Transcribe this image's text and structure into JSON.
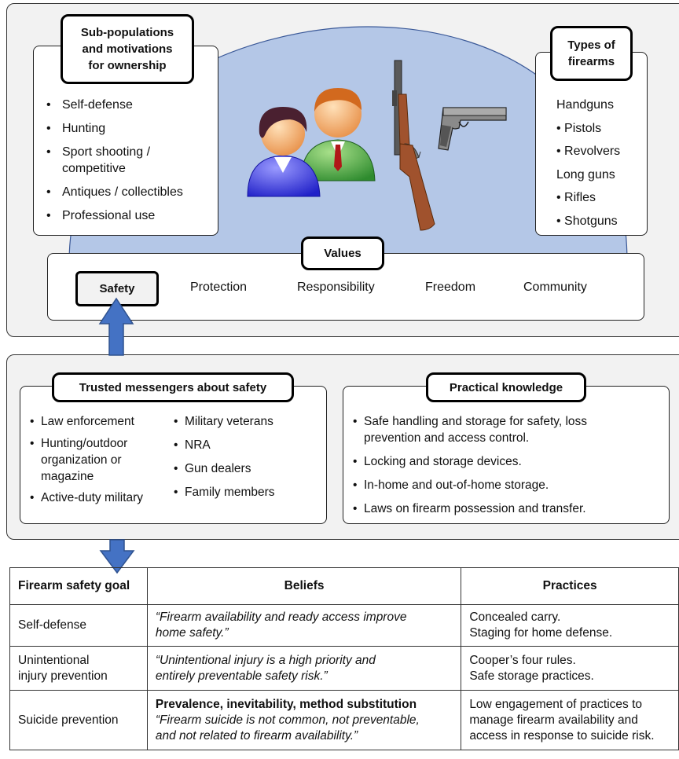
{
  "top_panel": {
    "subpop": {
      "header": [
        "Sub-populations",
        "and motivations",
        "for ownership"
      ],
      "items": [
        "Self-defense",
        "Hunting",
        "Sport shooting / competitive",
        "Antiques / collectibles",
        "Professional use"
      ]
    },
    "types": {
      "header": [
        "Types of",
        "firearms"
      ],
      "lines": [
        "Handguns",
        "• Pistols",
        "• Revolvers",
        "Long guns",
        "• Rifles",
        "• Shotguns"
      ]
    },
    "values": {
      "header": "Values",
      "items": [
        "Safety",
        "Protection",
        "Responsibility",
        "Freedom",
        "Community"
      ]
    }
  },
  "middle_panel": {
    "messengers": {
      "header": "Trusted messengers about safety",
      "col1": [
        "Law enforcement",
        "Hunting/outdoor organization or magazine",
        "Active-duty military"
      ],
      "col2": [
        "Military veterans",
        "NRA",
        "Gun dealers",
        "Family members"
      ]
    },
    "knowledge": {
      "header": "Practical knowledge",
      "items": [
        "Safe handling and storage for safety, loss prevention and access control.",
        "Locking and storage devices.",
        "In-home and out-of-home storage.",
        "Laws on firearm possession and transfer."
      ]
    }
  },
  "table": {
    "headers": [
      "Firearm safety goal",
      "Beliefs",
      "Practices"
    ],
    "rows": [
      {
        "goal": [
          "Self-defense"
        ],
        "belief_bold": "",
        "belief": [
          "“Firearm availability and ready access improve",
          "home safety.”"
        ],
        "practices": [
          "Concealed carry.",
          "Staging for home defense."
        ]
      },
      {
        "goal": [
          "Unintentional",
          "injury prevention"
        ],
        "belief_bold": "",
        "belief": [
          "“Unintentional injury is a high priority and",
          "entirely preventable safety risk.”"
        ],
        "practices": [
          "Cooper’s four rules.",
          "Safe storage practices."
        ]
      },
      {
        "goal": [
          "Suicide prevention"
        ],
        "belief_bold": "Prevalence, inevitability, method substitution",
        "belief": [
          "“Firearm suicide is not common, not preventable,",
          "and not related to firearm availability.”"
        ],
        "practices": [
          "Low engagement of practices to",
          "manage firearm availability and",
          "access in response to suicide risk."
        ]
      }
    ]
  },
  "colors": {
    "dome": "#b4c7e7",
    "arrow": "#4472c4",
    "panel_bg": "#f2f2f2"
  },
  "icons": [
    "people-icon",
    "rifle-icon",
    "pistol-icon",
    "up-arrow-icon",
    "down-arrow-icon"
  ]
}
